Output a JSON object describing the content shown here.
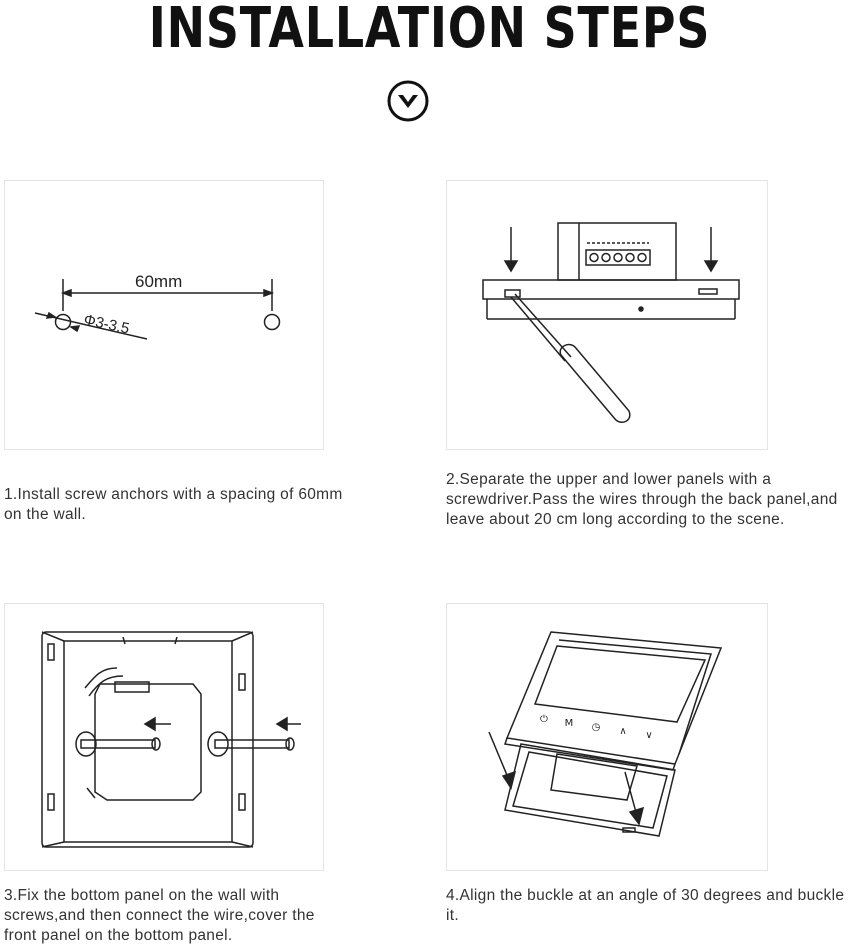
{
  "header": {
    "title": "INSTALLATION STEPS",
    "scroll_icon": "chevron-down-circle-icon"
  },
  "steps": [
    {
      "caption": "1.Install screw anchors with a spacing of 60mm on the wall.",
      "dimension_label": "60mm",
      "diameter_label": "Φ3-3.5"
    },
    {
      "caption": "2.Separate the upper and lower panels with a screwdriver.Pass the wires through the back panel,and leave about 20 cm long according to the scene."
    },
    {
      "caption": "3.Fix the bottom panel on the wall with screws,and then connect the wire,cover the front panel on the bottom panel."
    },
    {
      "caption": "4.Align the buckle at an angle of 30 degrees and buckle it.",
      "button_labels": [
        "⏻",
        "M",
        "◷",
        "∧",
        "∨"
      ]
    }
  ],
  "colors": {
    "line": "#222222",
    "panel_border": "#e4e4e4"
  }
}
